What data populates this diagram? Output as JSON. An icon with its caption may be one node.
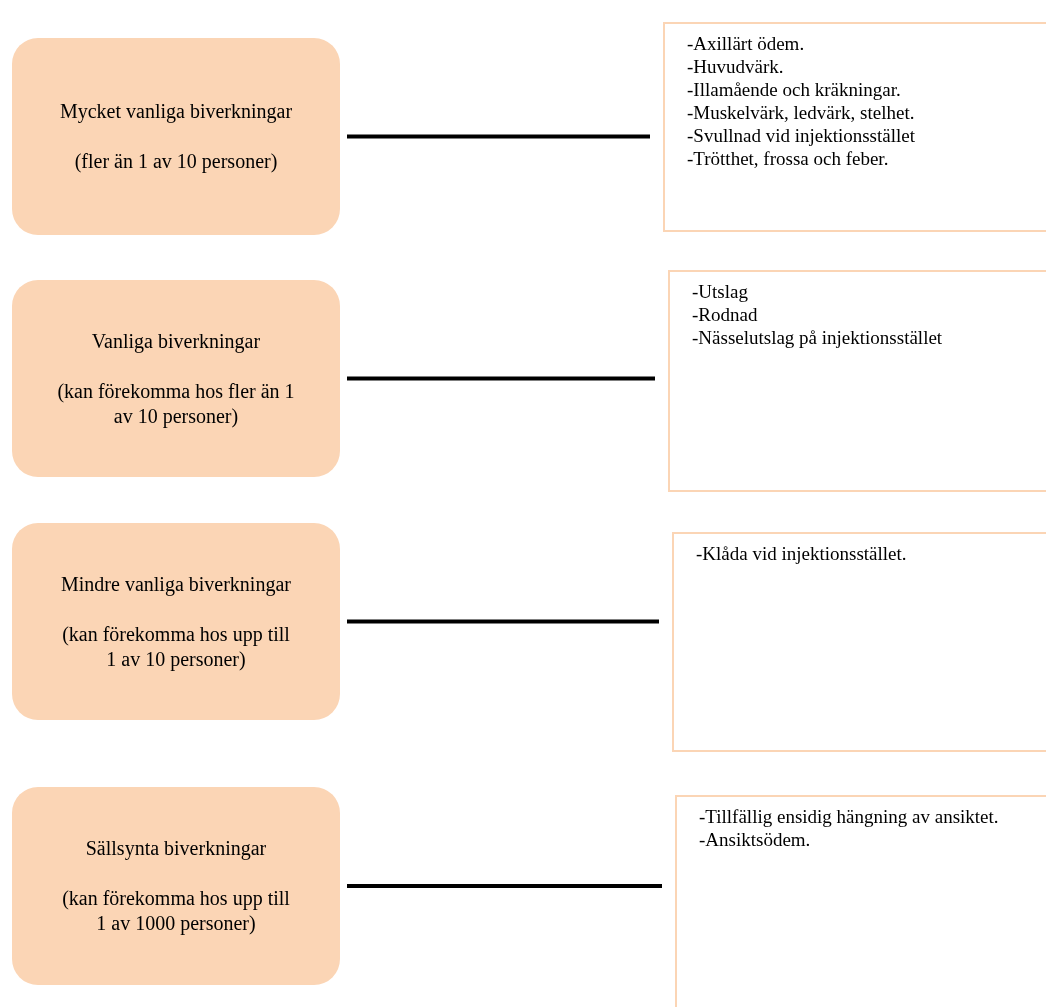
{
  "diagram": {
    "nodes": [
      {
        "text": [
          "Mycket vanliga biverkningar",
          "(fler än 1 av 10 personer)"
        ]
      },
      {
        "text": [
          "-Axillärt ödem.",
          "-Huvudvärk.",
          "-Illamående och kräkningar.",
          "-Muskelvärk, ledvärk, stelhet.",
          "-Svullnad vid injektionsstället",
          "-Trötthet, frossa och feber."
        ]
      },
      {
        "text": [
          "Vanliga biverkningar",
          "(kan förekomma hos fler än 1 av 10 personer)"
        ]
      },
      {
        "text": [
          "-Utslag",
          "-Rodnad",
          "-Nässelutslag på injektionsstället"
        ]
      },
      {
        "text": [
          "Mindre vanliga biverkningar",
          "(kan förekomma hos upp till 1 av 10 personer)"
        ]
      },
      {
        "text": [
          "-Klåda vid injektionsstället."
        ]
      },
      {
        "text": [
          "Sällsynta biverkningar",
          "(kan förekomma hos upp till 1 av 1000 personer)"
        ]
      },
      {
        "text": [
          "-Tillfällig ensidig hängning av ansiktet.",
          "-Ansiktsödem."
        ]
      }
    ],
    "edges": [
      {
        "from": 0,
        "to": 1,
        "arrow": "none"
      },
      {
        "from": 2,
        "to": 3,
        "arrow": "none"
      },
      {
        "from": 4,
        "to": 5,
        "arrow": "none"
      },
      {
        "from": 6,
        "to": 7,
        "arrow": "none"
      }
    ]
  }
}
